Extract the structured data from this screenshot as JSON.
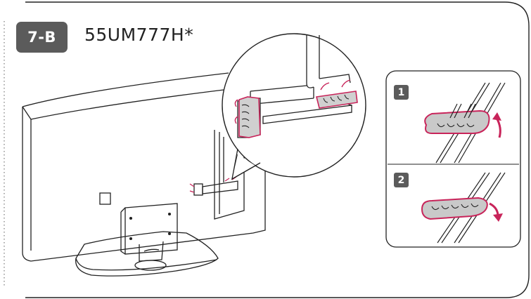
{
  "header": {
    "step_badge": "7-B",
    "model_name": "55UM777H*"
  },
  "steps": [
    {
      "number": "1",
      "direction": "lift-up"
    },
    {
      "number": "2",
      "direction": "press-down"
    }
  ],
  "colors": {
    "outline": "#222222",
    "badge": "#5b5b5b",
    "accent": "#c8245a",
    "clip_fill": "#c9c9c9"
  }
}
